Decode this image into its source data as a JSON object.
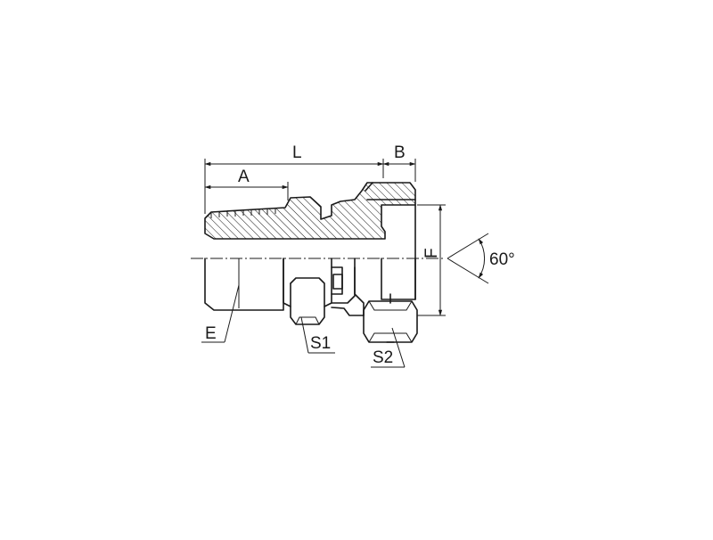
{
  "labels": {
    "L": "L",
    "A": "A",
    "B": "B",
    "F": "F",
    "E": "E",
    "S1": "S1",
    "S2": "S2",
    "angle": "60°"
  }
}
